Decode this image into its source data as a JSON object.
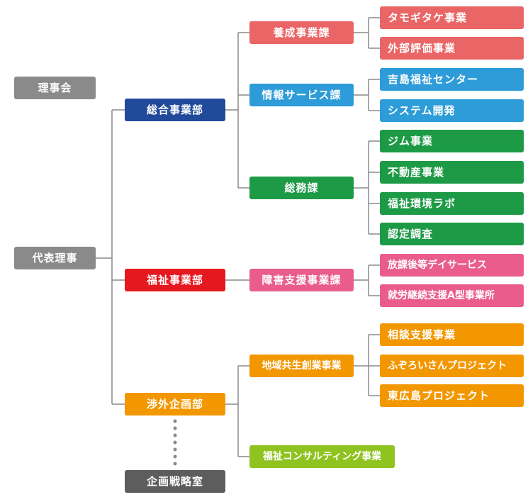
{
  "nodes": {
    "board": "理事会",
    "representative": "代表理事",
    "general_dept": "総合事業部",
    "welfare_dept": "福祉事業部",
    "external_dept": "渉外企画部",
    "strategy_office": "企画戦略室",
    "training_section": "養成事業課",
    "info_section": "情報サービス課",
    "affairs_section": "総務課",
    "disability_section": "障害支援事業課",
    "regional_section": "地域共生創業事業",
    "welfare_consulting": "福祉コンサルティング事業",
    "tamogitake": "タモギタケ事業",
    "external_eval": "外部評価事業",
    "yoshijima_center": "吉島福祉センター",
    "system_dev": "システム開発",
    "gym": "ジム事業",
    "real_estate": "不動産事業",
    "welfare_lab": "福祉環境ラボ",
    "certification": "認定調査",
    "after_school": "放課後等デイサービス",
    "employment_a": "就労継続支援A型事業所",
    "consultation": "相談支援事業",
    "fuzoroi": "ふぞろいさんプロジェクト",
    "higashihiroshima": "東広島プロジェクト"
  },
  "colors": {
    "executive": "#8a8a8a",
    "strategy": "#5d5d5d",
    "general": "#214a9a",
    "welfare": "#e5181f",
    "external": "#f39700",
    "training": "#ea6566",
    "info": "#2d9cd8",
    "affairs": "#1d9a46",
    "disability": "#e95c8c",
    "consulting": "#8fc31f",
    "connector": "#8a8a8a"
  }
}
